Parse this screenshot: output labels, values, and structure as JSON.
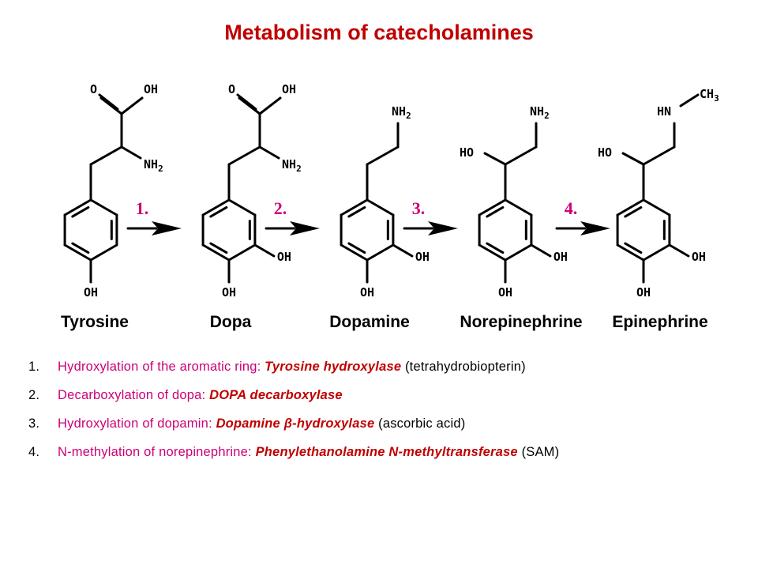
{
  "title": "Metabolism of catecholamines",
  "colors": {
    "title": "#c00000",
    "step_number": "#cc0077",
    "description": "#cc0077",
    "enzyme": "#c00000",
    "text": "#000000"
  },
  "compounds": [
    {
      "name": "Tyrosine",
      "substituents": [
        "O",
        "OH",
        "NH2",
        "OH"
      ]
    },
    {
      "name": "Dopa",
      "substituents": [
        "O",
        "OH",
        "NH2",
        "OH",
        "OH"
      ]
    },
    {
      "name": "Dopamine",
      "substituents": [
        "NH2",
        "OH",
        "OH"
      ]
    },
    {
      "name": "Norepinephrine",
      "substituents": [
        "HO",
        "NH2",
        "OH",
        "OH"
      ]
    },
    {
      "name": "Epinephrine",
      "substituents": [
        "HO",
        "HN",
        "CH3",
        "OH",
        "OH"
      ]
    }
  ],
  "arrows": [
    {
      "label": "1."
    },
    {
      "label": "2."
    },
    {
      "label": "3."
    },
    {
      "label": "4."
    }
  ],
  "steps": [
    {
      "number": "1.",
      "description": "Hydroxylation of the aromatic ring: ",
      "enzyme": "Tyrosine hydroxylase",
      "cofactor": " (tetrahydrobiopterin)"
    },
    {
      "number": "2.",
      "description": "Decarboxylation of dopa: ",
      "enzyme": "DOPA decarboxylase",
      "cofactor": ""
    },
    {
      "number": "3.",
      "description": "Hydroxylation of dopamin: ",
      "enzyme": "Dopamine β-hydroxylase",
      "cofactor": " (ascorbic acid)"
    },
    {
      "number": "4.",
      "description": "N-methylation of norepinephrine: ",
      "enzyme": "Phenylethanolamine N-methyltransferase",
      "cofactor": " (SAM)"
    }
  ]
}
